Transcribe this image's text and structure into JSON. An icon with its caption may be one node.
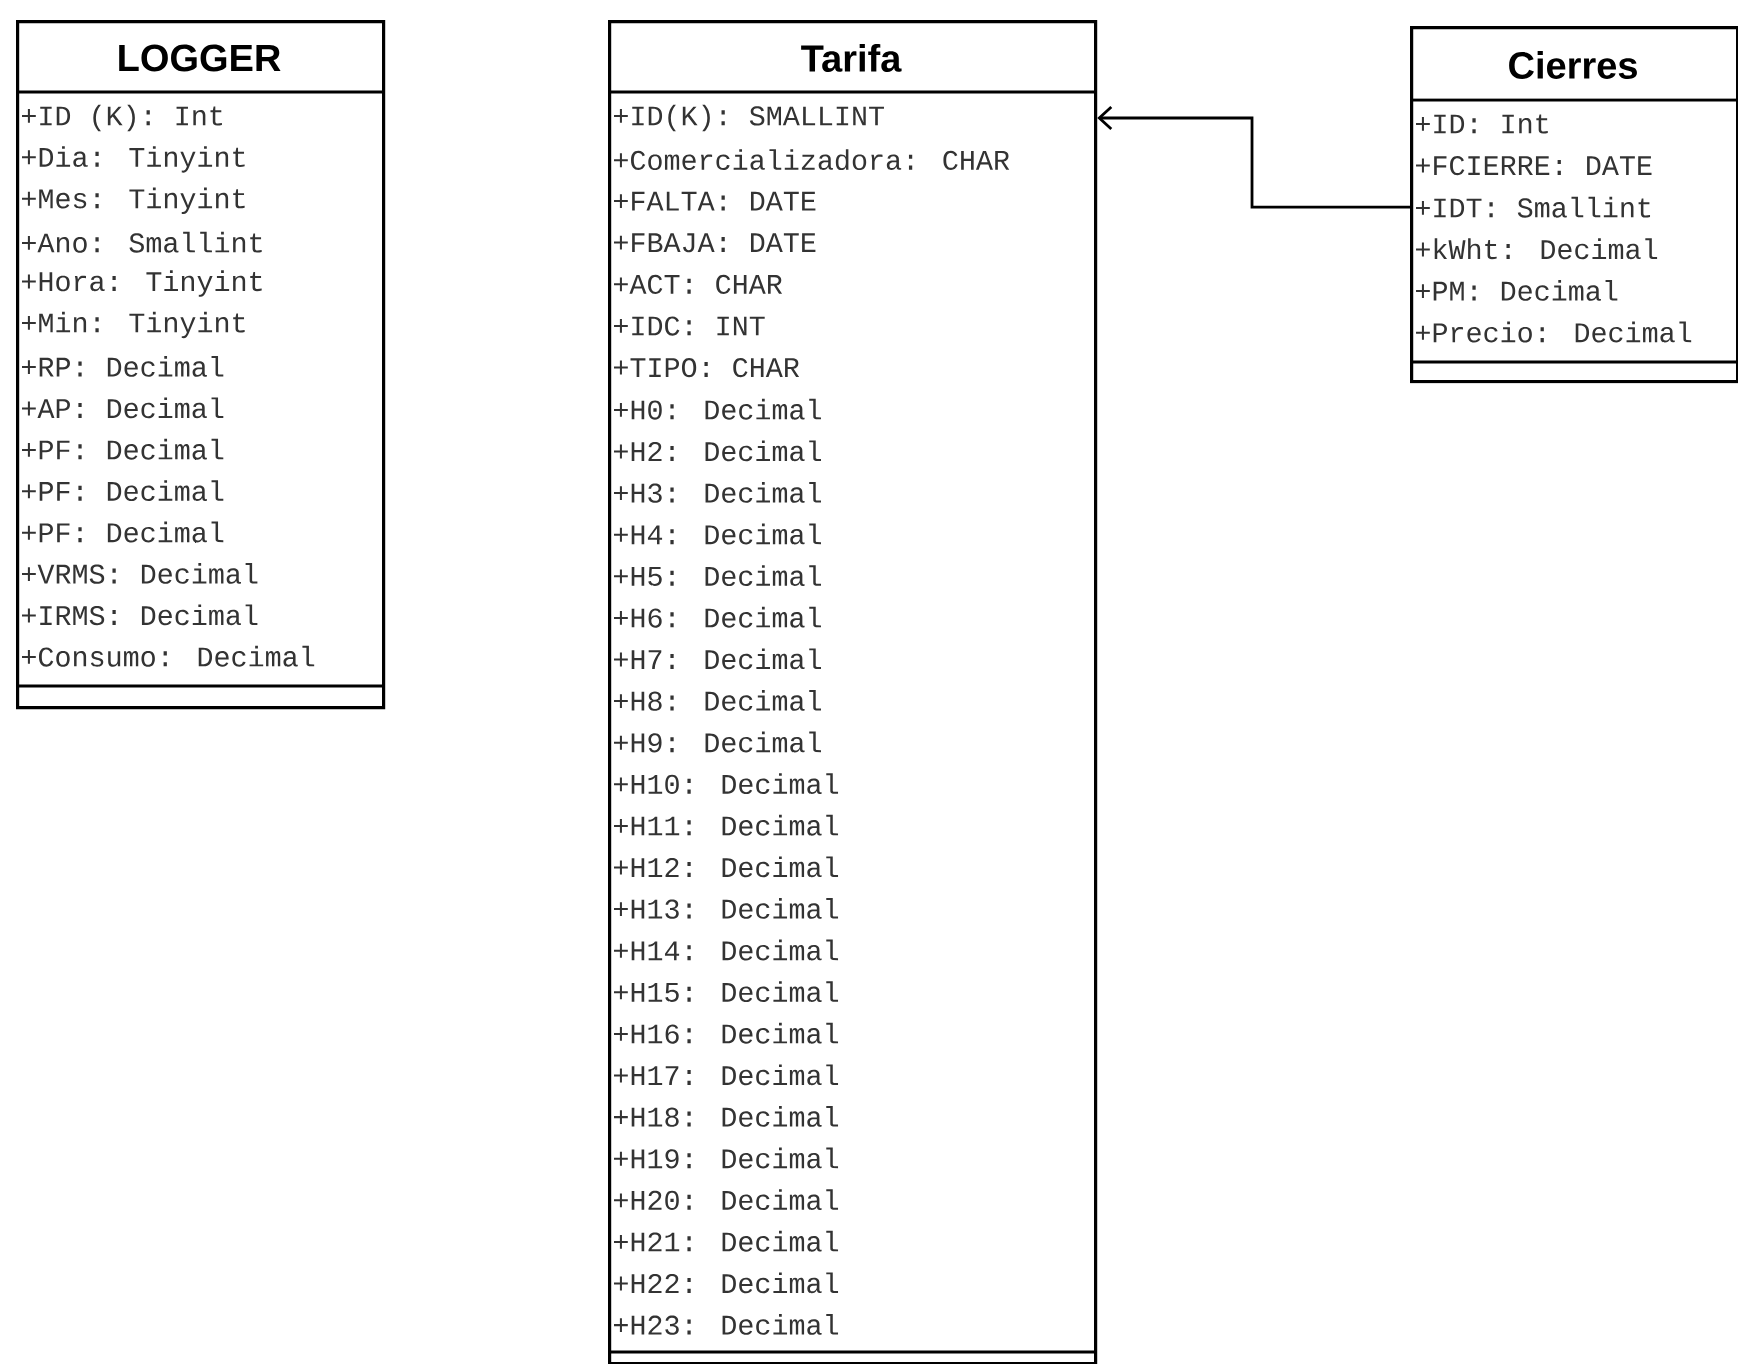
{
  "diagram": {
    "nodes": [
      {
        "text": [
          "LOGGER",
          "+ID (K): Int",
          "+Dia: Tinyint",
          "+Mes: Tinyint",
          "+Ano: Smallint",
          "+Hora: Tinyint",
          "+Min: Tinyint",
          "+RP: Decimal",
          "+AP: Decimal",
          "+PF: Decimal",
          "+PF: Decimal",
          "+PF: Decimal",
          "+VRMS: Decimal",
          "+IRMS: Decimal",
          "+Consumo: Decimal"
        ]
      },
      {
        "text": [
          "Tarifa",
          "+ID(K): SMALLINT",
          "+Comercializadora: CHAR",
          "+FALTA: DATE",
          "+FBAJA: DATE",
          "+ACT: CHAR",
          "+IDC: INT",
          "+TIPO: CHAR",
          "+H0: Decimal",
          "+H2: Decimal",
          "+H3: Decimal",
          "+H4: Decimal",
          "+H5: Decimal",
          "+H6: Decimal",
          "+H7: Decimal",
          "+H8: Decimal",
          "+H9: Decimal",
          "+H10: Decimal",
          "+H11: Decimal",
          "+H12: Decimal",
          "+H13: Decimal",
          "+H14: Decimal",
          "+H15: Decimal",
          "+H16: Decimal",
          "+H17: Decimal",
          "+H18: Decimal",
          "+H19: Decimal",
          "+H20: Decimal",
          "+H21: Decimal",
          "+H22: Decimal",
          "+H23: Decimal"
        ]
      },
      {
        "text": [
          "Cierres",
          "+ID: Int",
          "+FCIERRE: DATE",
          "+IDT: Smallint",
          "+kWht: Decimal",
          "+PM: Decimal",
          "+Precio: Decimal"
        ]
      }
    ],
    "edges": [
      {
        "from": 2,
        "to": 1,
        "arrow": "to"
      }
    ]
  }
}
